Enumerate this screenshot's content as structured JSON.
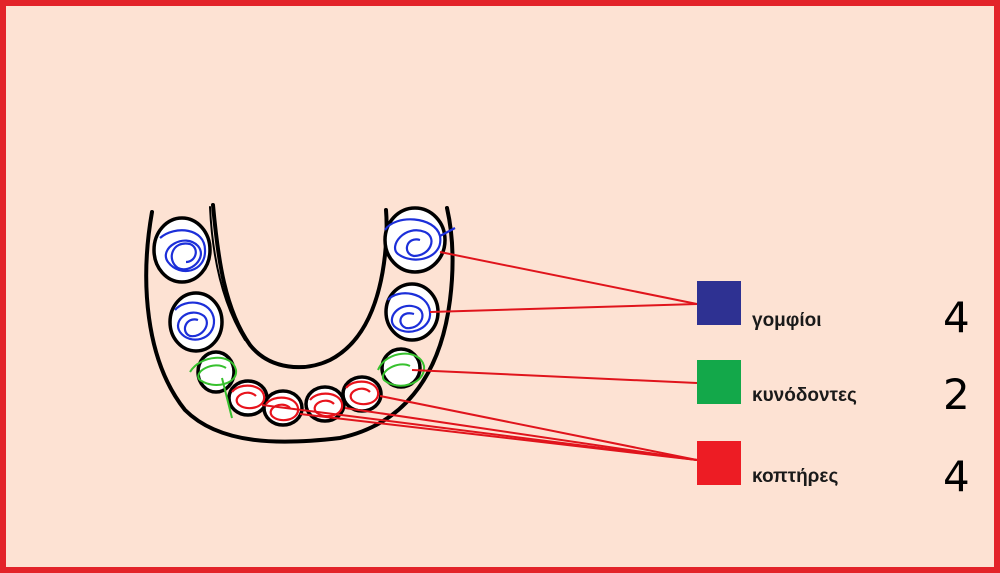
{
  "legend": [
    {
      "label": "γομφίοι",
      "count": "4",
      "color": "#2e3192"
    },
    {
      "label": "κυνόδοντες",
      "count": "2",
      "color": "#13a84a"
    },
    {
      "label": "κοπτήρες",
      "count": "4",
      "color": "#ed1c24"
    }
  ],
  "colors": {
    "background": "#fde2d3",
    "border": "#e32329",
    "connector": "#e0141c",
    "outline": "#000000"
  }
}
